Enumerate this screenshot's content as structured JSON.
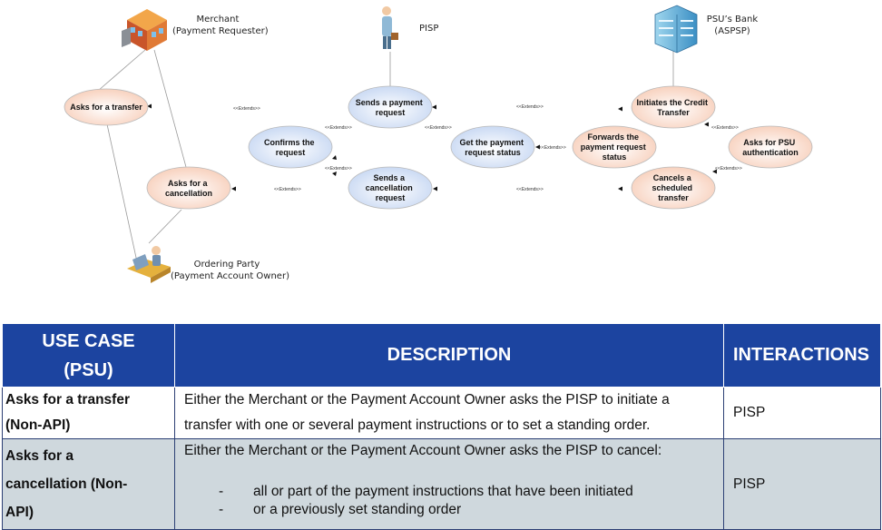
{
  "diagram": {
    "actors": {
      "merchant": {
        "name": "Merchant",
        "role": "(Payment Requester)"
      },
      "pisp": {
        "name": "PISP"
      },
      "bank": {
        "name": "PSU’s Bank",
        "role": "(ASPSP)"
      },
      "ordering_party": {
        "name": "Ordering Party",
        "role": "(Payment Account Owner)"
      }
    },
    "use_cases": {
      "asks_transfer": "Asks for a transfer",
      "asks_cancellation": [
        "Asks for a",
        "cancellation"
      ],
      "confirms_request": [
        "Confirms the",
        "request"
      ],
      "sends_payment_request": [
        "Sends a payment",
        "request"
      ],
      "sends_cancellation_request": [
        "Sends a",
        "cancellation",
        "request"
      ],
      "get_payment_status": [
        "Get the payment",
        "request status"
      ],
      "forwards_payment_request": [
        "Forwards the",
        "payment request",
        "status"
      ],
      "initiates_credit_transfer": [
        "Initiates the Credit",
        "Transfer"
      ],
      "asks_psu_authentication": [
        "Asks for PSU",
        "authentication"
      ],
      "cancels_scheduled_transfer": [
        "Cancels a",
        "scheduled",
        "transfer"
      ]
    },
    "extends_label": "<<Extends>>"
  },
  "table": {
    "headers": {
      "use_case": [
        "USE CASE",
        "(PSU)"
      ],
      "description": "DESCRIPTION",
      "interactions": "INTERACTIONS"
    },
    "rows": [
      {
        "use_case": [
          "Asks for a transfer",
          "(Non-API)"
        ],
        "description": [
          "Either the Merchant or the Payment Account Owner asks the PISP to initiate a",
          "transfer with one or several payment instructions or to set a standing order."
        ],
        "interactions": "PISP"
      },
      {
        "use_case": [
          "Asks for a",
          "cancellation (Non-",
          "API)"
        ],
        "description": "Either the Merchant or the Payment Account Owner asks the PISP to cancel:",
        "bullets": [
          {
            "dash": "-",
            "text": "all or part of the payment instructions that have been initiated"
          },
          {
            "dash": "-",
            "text": "or a previously set standing order"
          }
        ],
        "interactions": "PISP"
      }
    ]
  },
  "colors": {
    "header_bg": "#1c44a0",
    "row_alt_bg": "#cfd8dd",
    "uc_psu_fill": "#fbe2d4",
    "uc_pisp_fill": "#dfe9f8"
  }
}
